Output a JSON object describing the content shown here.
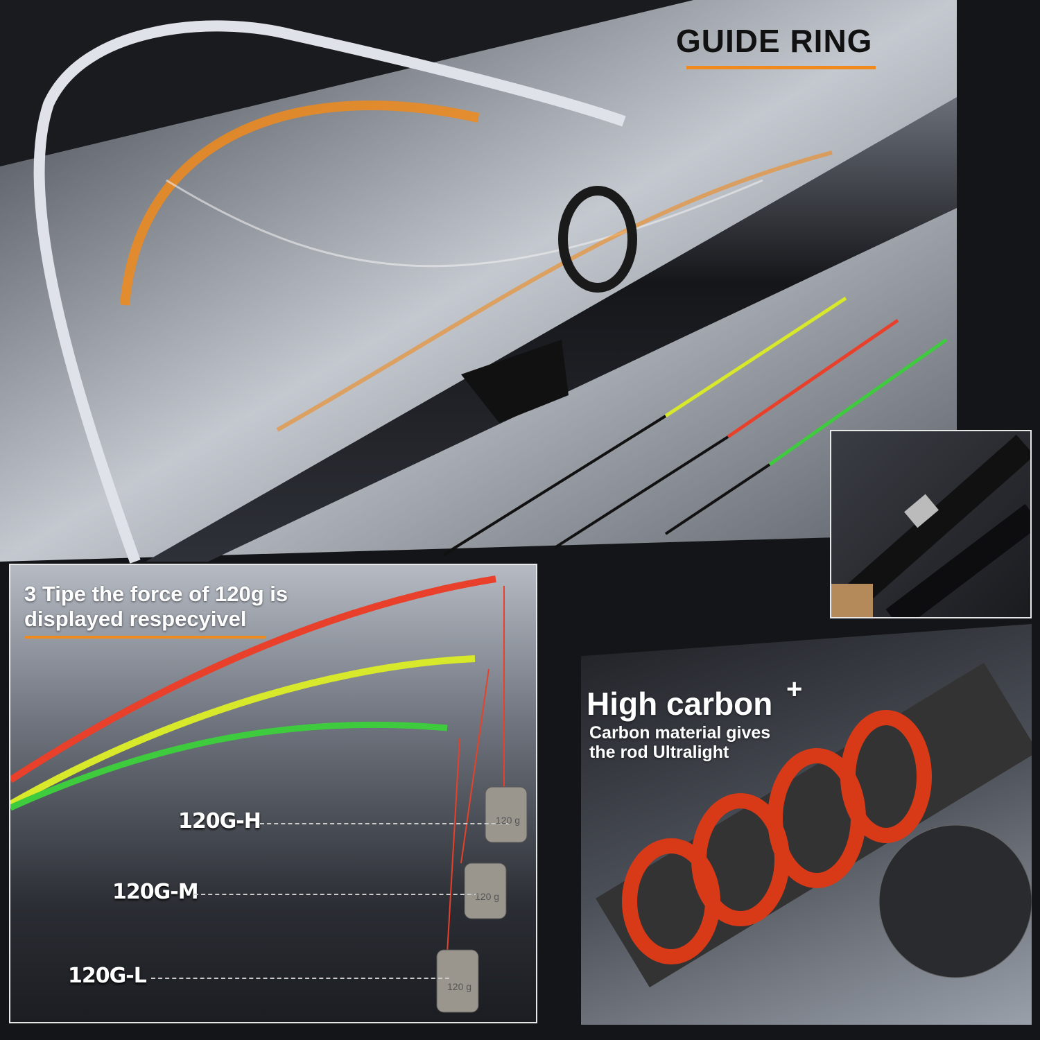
{
  "header": {
    "title": "GUIDE RING",
    "accent": "#f08a1c"
  },
  "tips_panel": {
    "caption_line1": "3 Tipe the force of 120g is",
    "caption_line2": "displayed respecyivel",
    "labels": [
      "120G-H",
      "120G-M",
      "120G-L"
    ],
    "weight_text": "120 g",
    "tip_colors": [
      "#e8402a",
      "#d8e82a",
      "#3ecb3e"
    ]
  },
  "carbon_panel": {
    "heading": "High carbon",
    "plus": "+",
    "sub_line1": "Carbon material gives",
    "sub_line2": "the rod Ultralight"
  }
}
